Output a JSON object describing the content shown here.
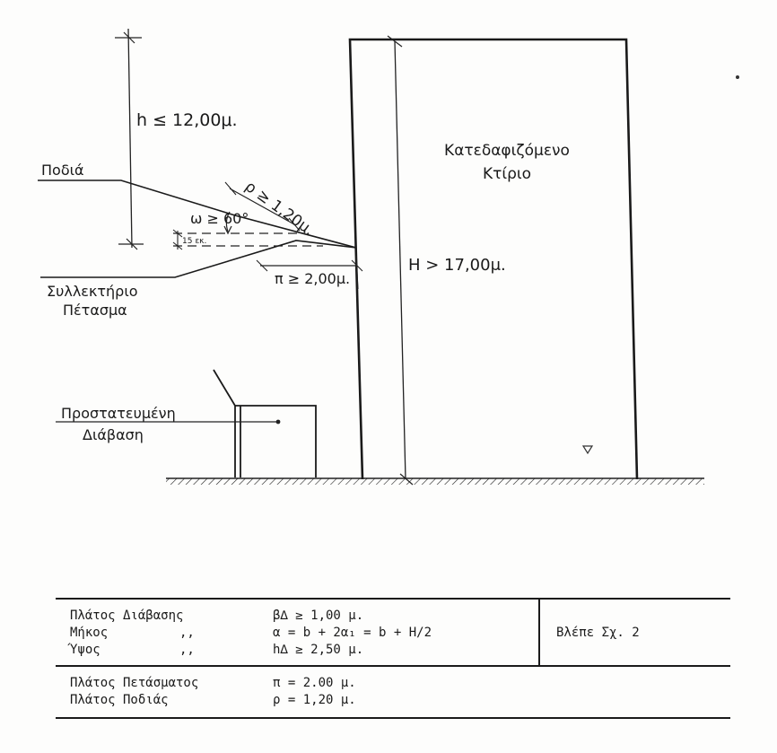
{
  "diagram": {
    "height_limit": "h ≤ 12,00μ.",
    "building_title_line1": "Κατεδαφιζόμενο",
    "building_title_line2": "Κτίριο",
    "podia_label": "Ποδιά",
    "rho_label": "ρ ≥ 1,20μ.",
    "omega_label": "ω ≥ 60°",
    "offset_label": "15 εκ.",
    "pi_label": "π ≥ 2,00μ.",
    "building_height": "H > 17,00μ.",
    "collector_line1": "Συλλεκτήριο",
    "collector_line2": "Πέτασμα",
    "passage_line1": "Προστατευμένη",
    "passage_line2": "Διάβαση"
  },
  "table": {
    "row1": {
      "label": "Πλάτος Διάβασης",
      "formula": "β∆ ≥ 1,00 μ."
    },
    "row2": {
      "label": "Μήκος",
      "ditto": ",,",
      "formula": "α  = b + 2α₁ = b + H/2"
    },
    "row3": {
      "label": "Ύψος",
      "ditto": ",,",
      "formula": "h∆ ≥ 2,50 μ."
    },
    "reference": "Βλέπε Σχ. 2",
    "row4": {
      "label": "Πλάτος Πετάσματος",
      "formula": "π = 2.00 μ."
    },
    "row5": {
      "label": "Πλάτος Ποδιάς",
      "formula": "ρ = 1,20 μ."
    }
  }
}
